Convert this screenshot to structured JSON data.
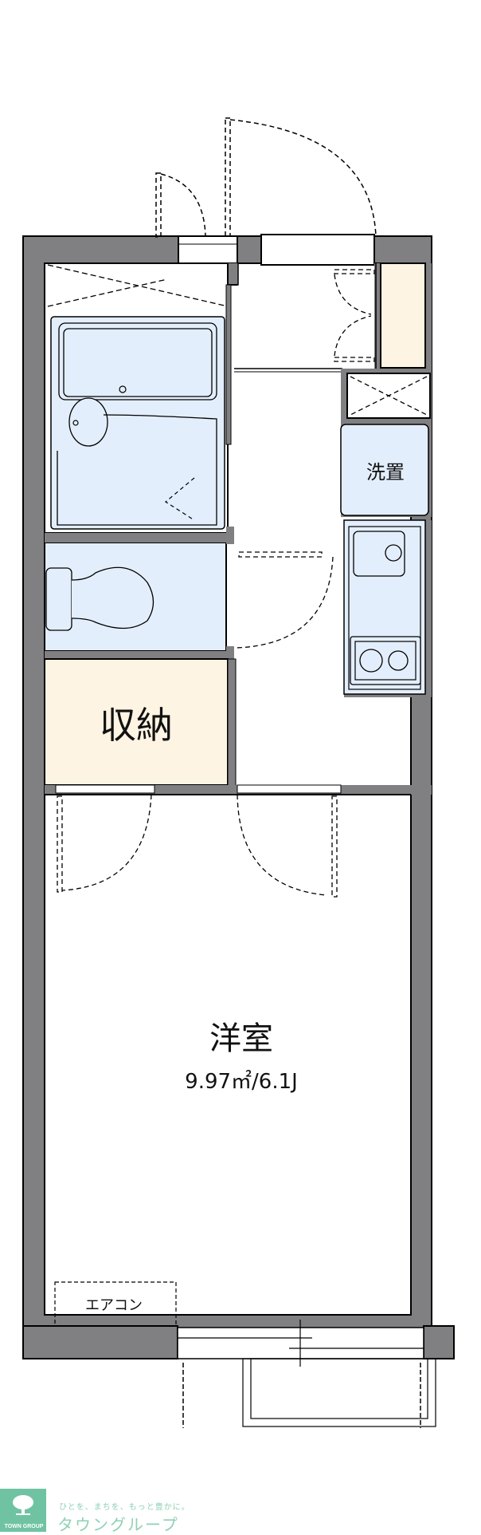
{
  "floor_plan": {
    "rooms": {
      "western_room": {
        "name": "洋室",
        "size": "9.97㎡/6.1J"
      },
      "storage": {
        "name": "収納"
      },
      "washer": {
        "name": "洗置"
      },
      "aircon": {
        "name": "エアコン"
      }
    },
    "colors": {
      "wall": "#808083",
      "wet_area": "#e3eefc",
      "storage": "#fef4e3",
      "outline": "#000000"
    }
  },
  "branding": {
    "tagline": "ひとを、まちを、もっと豊かに。",
    "name": "タウングループ",
    "logo_text": "TOWN GROUP",
    "color": "#6fc3a3"
  }
}
